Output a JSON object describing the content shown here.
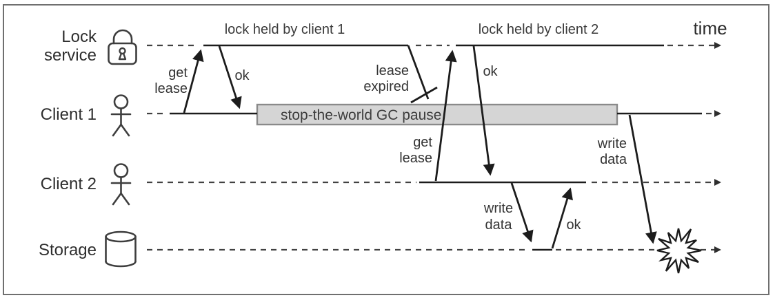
{
  "diagram": {
    "header": {
      "lock_held_1": "lock held by client 1",
      "lock_held_2": "lock held by client 2",
      "time": "time"
    },
    "rows": {
      "lock_service": {
        "line1": "Lock",
        "line2": "service",
        "icon": "padlock-icon"
      },
      "client1": {
        "label": "Client 1",
        "icon": "person-icon"
      },
      "client2": {
        "label": "Client 2",
        "icon": "person-icon"
      },
      "storage": {
        "label": "Storage",
        "icon": "database-icon"
      }
    },
    "messages": {
      "get_lease_1": {
        "line1": "get",
        "line2": "lease"
      },
      "ok_1": "ok",
      "lease_expired": {
        "line1": "lease",
        "line2": "expired"
      },
      "gc_pause": "stop-the-world GC pause",
      "get_lease_2": {
        "line1": "get",
        "line2": "lease"
      },
      "ok_2": "ok",
      "write_data_client2": {
        "line1": "write",
        "line2": "data"
      },
      "ok_3": "ok",
      "write_data_client1": {
        "line1": "write",
        "line2": "data"
      }
    },
    "colors": {
      "line": "#1c1c1c",
      "dashed_line": "#424242",
      "text": "#333333",
      "gc_fill": "#d5d5d5",
      "gc_border": "#8a8a8a",
      "frame": "#6f6f6f",
      "burst_fill": "#ffffff"
    }
  }
}
